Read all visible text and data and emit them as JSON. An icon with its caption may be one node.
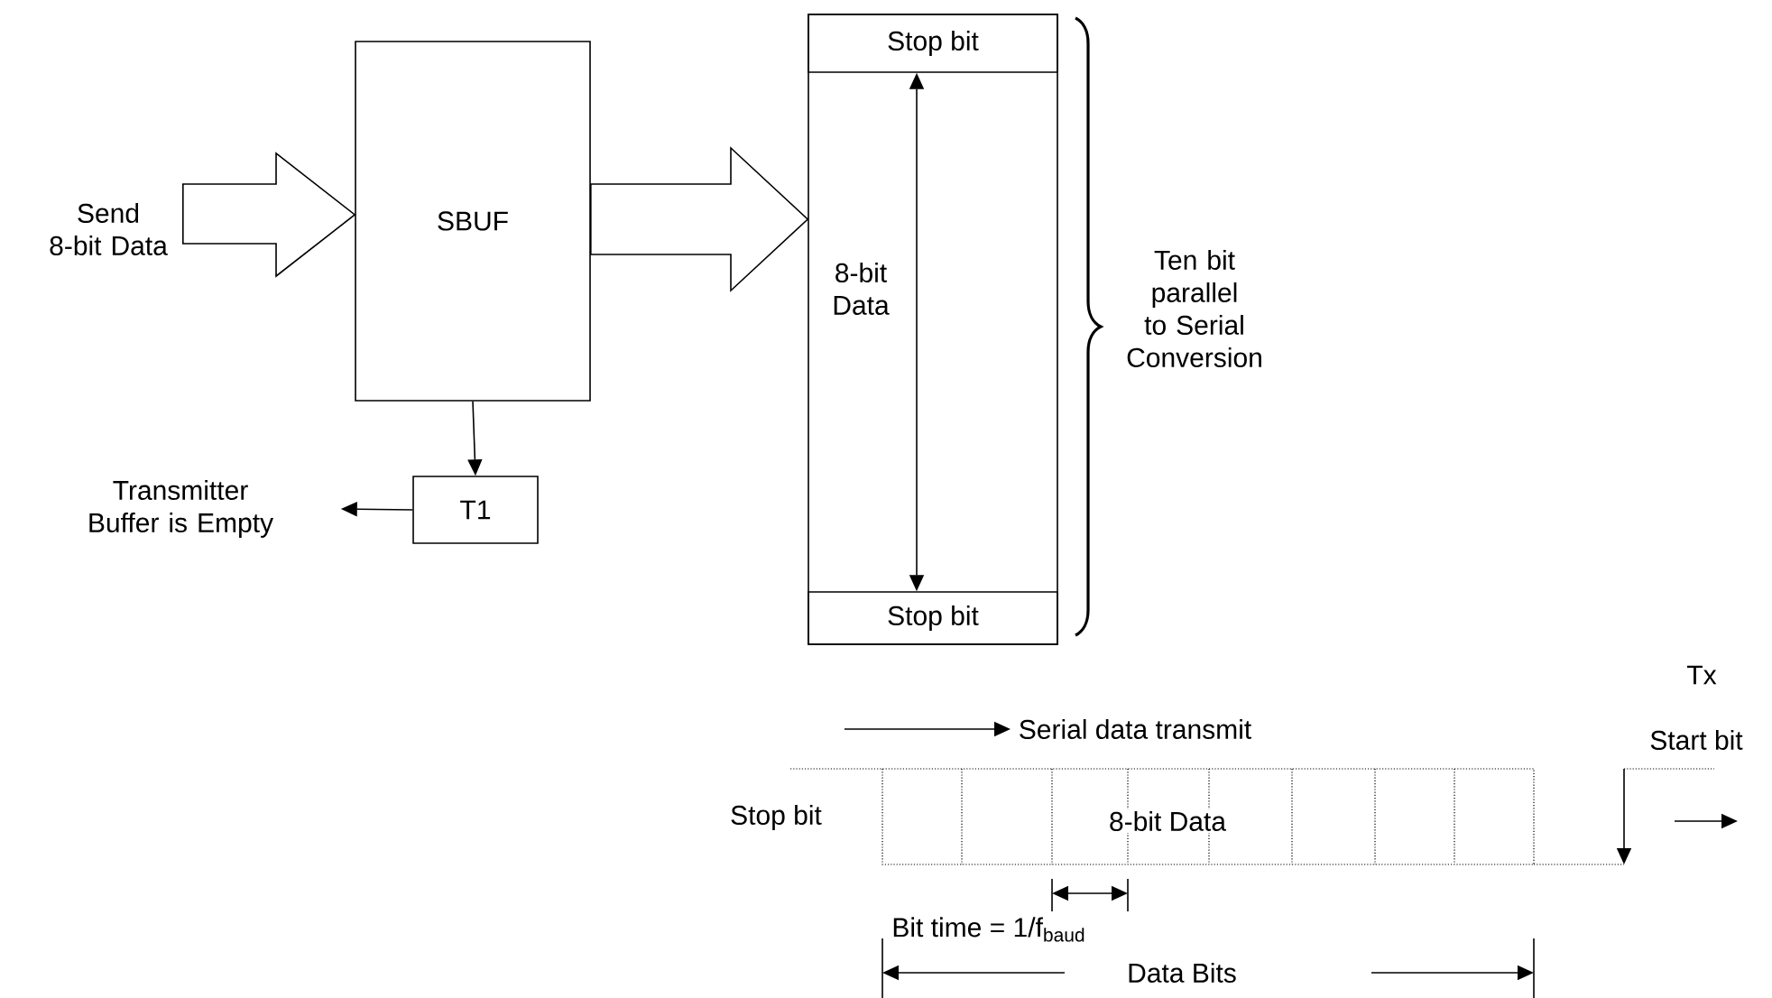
{
  "diagram": {
    "nodes": [
      {
        "text": [
          "Send 8-bit Data"
        ]
      },
      {
        "text": [
          "SBUF"
        ]
      },
      {
        "text": [],
        "shape": "box"
      },
      {
        "text": [
          "Stop bit"
        ],
        "in": 2
      },
      {
        "text": [
          "8-bit Data"
        ],
        "in": 2
      },
      {
        "text": [
          "Stop bit"
        ],
        "in": 2
      },
      {
        "text": [
          "T1"
        ]
      },
      {
        "text": [
          "Transmitter Buffer is Empty"
        ]
      }
    ],
    "edges": [
      {
        "from": 0,
        "to": 1,
        "arrow": "to"
      },
      {
        "from": 1,
        "to": 2,
        "arrow": "to"
      },
      {
        "from": 1,
        "to": 6,
        "arrow": "to"
      },
      {
        "from": 3,
        "to": 5,
        "arrow": "both"
      },
      {
        "from": 6,
        "to": 7,
        "arrow": "to"
      }
    ],
    "labels": [
      "Ten bit parallel to Serial Conversion",
      "Tx",
      "Serial data transmit",
      "Start bit",
      "Stop bit",
      "8-bit Data",
      "Bit time = 1/f$_{baud}$",
      "Data Bits"
    ]
  }
}
